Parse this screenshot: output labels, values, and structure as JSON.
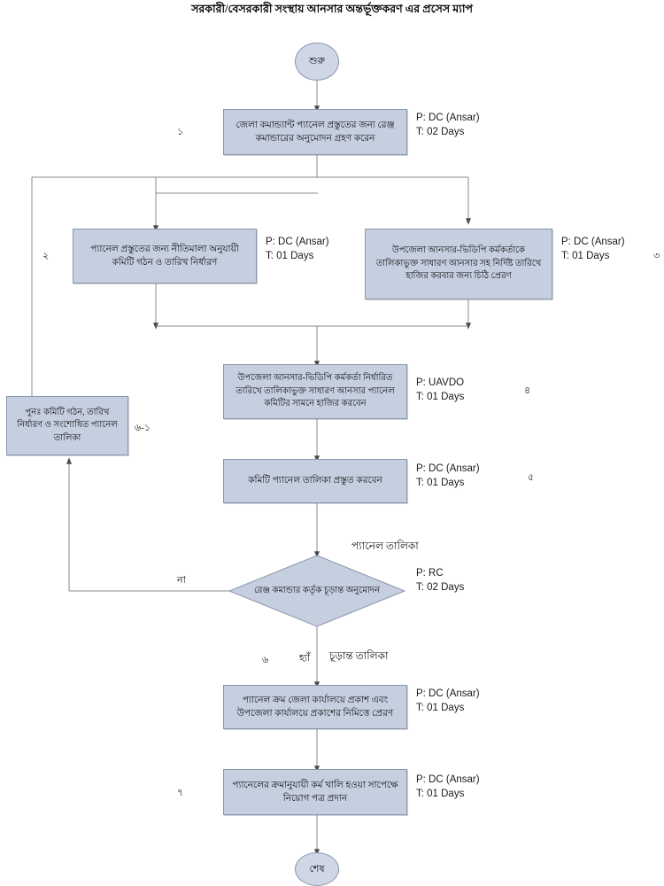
{
  "page": {
    "title": "সরকারী/বেসরকারী সংস্থায় আনসার অন্তর্ভূক্তকরণ এর প্রসেস ম্যাপ",
    "accent_fill": "#c5cfe0",
    "accent_stroke": "#8a96ab",
    "line_color": "#808080"
  },
  "terminators": {
    "start": "শুরু",
    "end": "শেষ"
  },
  "nodes": [
    {
      "id": "n1",
      "text": "জেলা কমান্ড্যান্ট প্যানেল প্রস্তুতের জন্য রেঞ্জ কমান্ডারের অনুমোদন গ্রহণ করেন",
      "performer": "P: DC (Ansar)",
      "time": "T: 02 Days",
      "step": "১"
    },
    {
      "id": "n2",
      "text": "প্যানেল প্রস্তুতের জন্য নীতিমালা অনুযায়ী কমিটি গঠন ও তারিখ নির্ধারণ",
      "performer": "P: DC (Ansar)",
      "time": "T: 01 Days",
      "step": "২"
    },
    {
      "id": "n3",
      "text": "উপজেলা আনসার-ভিডিপি কর্মকর্তাকে তালিকাভুক্ত সাধারণ আনসার সহ নির্দিষ্ট তারিখে হাজির করবার জন্য চিঠি প্রেরণ",
      "performer": "P: DC (Ansar)",
      "time": "T: 01 Days",
      "step": "৩"
    },
    {
      "id": "n4",
      "text": "উপজেলা আনসার-ভিডিপি কর্মকর্তা নির্ধারিত তারিখে তালিকাভুক্ত সাধারণ আনসার প্যানেল কমিটির সামনে হাজির করবেন",
      "performer": "P: UAVDO",
      "time": "T: 01 Days",
      "step": "৪"
    },
    {
      "id": "n5",
      "text": "কমিটি প্যানেল তালিকা প্রস্তুত করবেন",
      "performer": "P: DC (Ansar)",
      "time": "T: 01 Days",
      "step": "৫"
    },
    {
      "id": "nrework",
      "text": "পুনঃ  কমিটি গঠন, তারিখ নির্ধারণ ও সংশোধিত প্যানেল তালিকা",
      "performer": "",
      "time": "",
      "step": "৬-১"
    },
    {
      "id": "n6",
      "text": "প্যানেল ক্রম জেলা কার্যালয়ে প্রকাশ এবং উপজেলা কার্যালয়ে প্রকাশের নিমিত্তে প্রেরণ",
      "performer": "P: DC (Ansar)",
      "time": "T: 01 Days",
      "step": ""
    },
    {
      "id": "n7",
      "text": "প্যানেলের ক্রমানুযায়ী কর্ম খালি হওয়া সাপেক্ষে নিয়োগ পত্র প্রদান",
      "performer": "P: DC (Ansar)",
      "time": "T: 01 Days",
      "step": "৭"
    }
  ],
  "decision": {
    "text": "রেঞ্জ কমান্ডার কর্তৃক চূড়ান্ত অনুমোদন",
    "performer": "P: RC",
    "time": "T: 02 Days",
    "input_label": "প্যানেল তালিকা",
    "no_label": "না",
    "yes_label": "হ্যাঁ",
    "yes_output_label": "চূড়ান্ত তালিকা",
    "step": "৬"
  }
}
